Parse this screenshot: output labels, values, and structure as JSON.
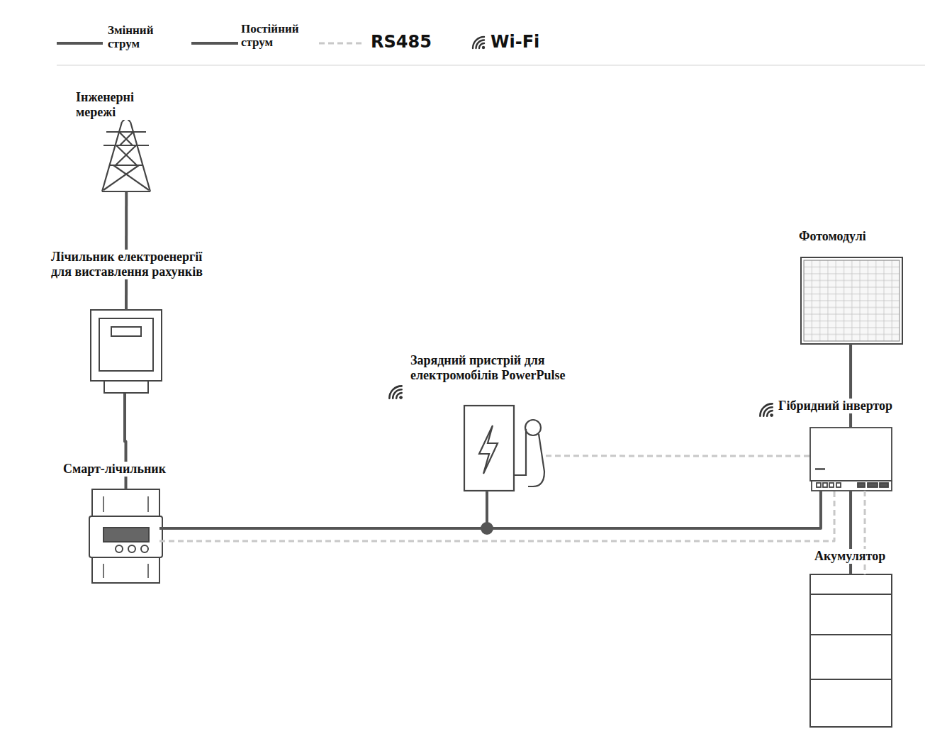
{
  "diagram": {
    "nodes": [
      {
        "text": [
          "Інженерні мережі"
        ]
      },
      {
        "text": [
          "Лічильник електроенергії для виставлення рахунків"
        ]
      },
      {
        "text": [
          "Смарт-лічильник"
        ]
      },
      {
        "text": [
          "Зарядний пристрій для електромобілів PowerPulse"
        ]
      },
      {
        "text": [
          "Фотомодулі"
        ]
      },
      {
        "text": [
          "Гібридний інвертор"
        ]
      },
      {
        "text": [
          "Акумулятор"
        ]
      }
    ],
    "edges": [
      {
        "from": 0,
        "to": 1,
        "arrow": "none"
      },
      {
        "from": 1,
        "to": 2,
        "arrow": "none"
      },
      {
        "from": 2,
        "to": 3,
        "arrow": "none"
      },
      {
        "from": 2,
        "to": 5,
        "arrow": "none"
      },
      {
        "from": 3,
        "to": 5,
        "arrow": "none"
      },
      {
        "from": 2,
        "to": 5,
        "arrow": "none"
      },
      {
        "from": 4,
        "to": 5,
        "arrow": "none"
      },
      {
        "from": 5,
        "to": 6,
        "arrow": "none"
      },
      {
        "from": 5,
        "to": 6,
        "arrow": "none"
      }
    ],
    "legend": [
      {
        "text": "Змінний струм"
      },
      {
        "text": "Постійний струм"
      },
      {
        "text": "RS485"
      },
      {
        "text": "Wi-Fi"
      }
    ]
  }
}
